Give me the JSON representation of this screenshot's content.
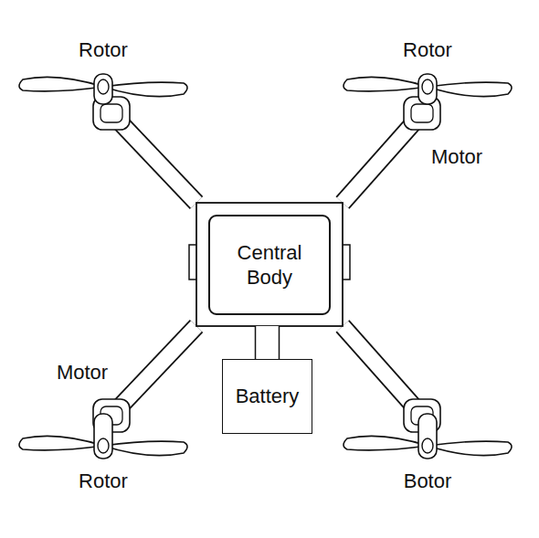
{
  "diagram": {
    "nodes": [
      {
        "text": [
          "Central Body"
        ]
      },
      {
        "text": [
          "Battery"
        ]
      }
    ],
    "edges": [
      {
        "from": 0,
        "to": 1,
        "arrow": "none"
      }
    ],
    "labels": [
      "Rotor",
      "Rotor",
      "Motor",
      "Motor",
      "Rotor",
      "Botor"
    ]
  }
}
